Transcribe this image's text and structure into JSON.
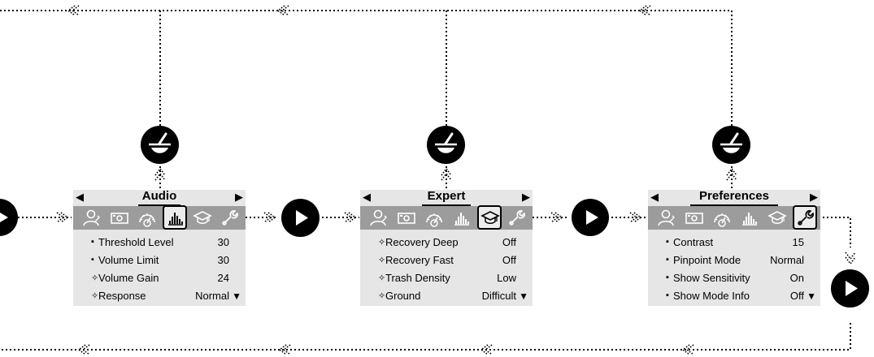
{
  "panels": [
    {
      "title": "Audio",
      "selected_tab": 4,
      "rows": [
        {
          "marker": "▪",
          "label": "Threshold Level",
          "value": "30"
        },
        {
          "marker": "▪",
          "label": "Volume Limit",
          "value": "30"
        },
        {
          "marker": "✧",
          "label": "Volume Gain",
          "value": "24"
        },
        {
          "marker": "✧",
          "label": "Response",
          "value": "Normal"
        }
      ],
      "more_indicator": "▼",
      "prev_arrow": "◀",
      "next_arrow": "▶"
    },
    {
      "title": "Expert",
      "selected_tab": 5,
      "rows": [
        {
          "marker": "✧",
          "label": "Recovery Deep",
          "value": "Off"
        },
        {
          "marker": "✧",
          "label": "Recovery Fast",
          "value": "Off"
        },
        {
          "marker": "✧",
          "label": "Trash Density",
          "value": "Low"
        },
        {
          "marker": "✧",
          "label": "Ground",
          "value": "Difficult"
        }
      ],
      "more_indicator": "▼",
      "prev_arrow": "◀",
      "next_arrow": "▶"
    },
    {
      "title": "Preferences",
      "selected_tab": 6,
      "rows": [
        {
          "marker": "▪",
          "label": "Contrast",
          "value": "15"
        },
        {
          "marker": "▪",
          "label": "Pinpoint Mode",
          "value": "Normal"
        },
        {
          "marker": "▪",
          "label": "Show Sensitivity",
          "value": "On"
        },
        {
          "marker": "▪",
          "label": "Show Mode Info",
          "value": "Off"
        }
      ],
      "more_indicator": "▼",
      "prev_arrow": "◀",
      "next_arrow": "▶"
    }
  ],
  "tab_icons": [
    "user-profile-icon",
    "camera-icon",
    "gauge-icon",
    "equalizer-icon",
    "graduation-cap-icon",
    "wrench-icon"
  ],
  "buttons": {
    "next": "play-icon",
    "detect": "metal-detector-icon"
  },
  "colors": {
    "panel_bg": "#e6e6e6",
    "icon_bar": "#9c9c9c",
    "foreground": "#000000"
  }
}
